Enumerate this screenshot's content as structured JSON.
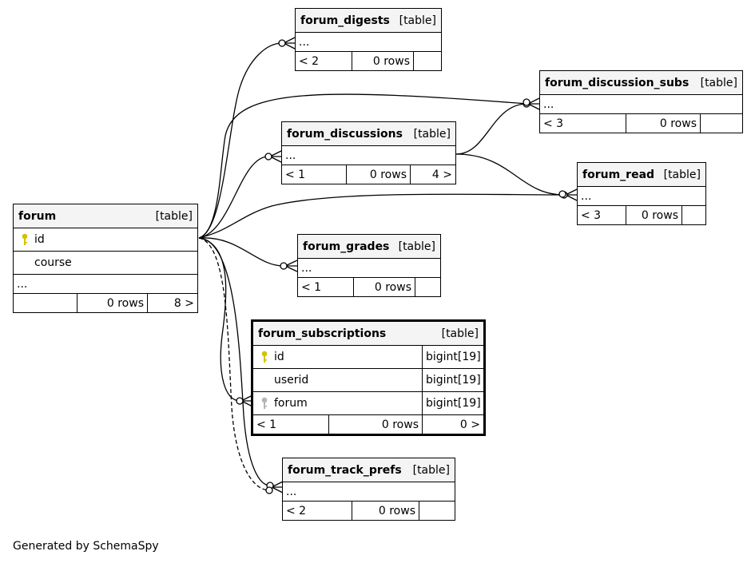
{
  "footer": "Generated by SchemaSpy",
  "colors": {
    "pk_key": "#d4c200",
    "fk_key": "#b4b4b4"
  },
  "tables": {
    "forum": {
      "name": "forum",
      "type": "[table]",
      "columns": [
        {
          "name": "id",
          "key": "pk-icon"
        },
        {
          "name": "course",
          "key": ""
        }
      ],
      "more": "...",
      "stats": {
        "parents": "",
        "rows": "0 rows",
        "children": "8 >"
      }
    },
    "forum_digests": {
      "name": "forum_digests",
      "type": "[table]",
      "more": "...",
      "stats": {
        "parents": "< 2",
        "rows": "0 rows",
        "children": ""
      }
    },
    "forum_discussion_subs": {
      "name": "forum_discussion_subs",
      "type": "[table]",
      "more": "...",
      "stats": {
        "parents": "< 3",
        "rows": "0 rows",
        "children": ""
      }
    },
    "forum_discussions": {
      "name": "forum_discussions",
      "type": "[table]",
      "more": "...",
      "stats": {
        "parents": "< 1",
        "rows": "0 rows",
        "children": "4 >"
      }
    },
    "forum_read": {
      "name": "forum_read",
      "type": "[table]",
      "more": "...",
      "stats": {
        "parents": "< 3",
        "rows": "0 rows",
        "children": ""
      }
    },
    "forum_grades": {
      "name": "forum_grades",
      "type": "[table]",
      "more": "...",
      "stats": {
        "parents": "< 1",
        "rows": "0 rows",
        "children": ""
      }
    },
    "forum_subscriptions": {
      "name": "forum_subscriptions",
      "type": "[table]",
      "columns": [
        {
          "name": "id",
          "datatype": "bigint[19]",
          "key": "pk-icon"
        },
        {
          "name": "userid",
          "datatype": "bigint[19]",
          "key": ""
        },
        {
          "name": "forum",
          "datatype": "bigint[19]",
          "key": "fk-icon"
        }
      ],
      "stats": {
        "parents": "< 1",
        "rows": "0 rows",
        "children": "0 >"
      }
    },
    "forum_track_prefs": {
      "name": "forum_track_prefs",
      "type": "[table]",
      "more": "...",
      "stats": {
        "parents": "< 2",
        "rows": "0 rows",
        "children": ""
      }
    }
  }
}
